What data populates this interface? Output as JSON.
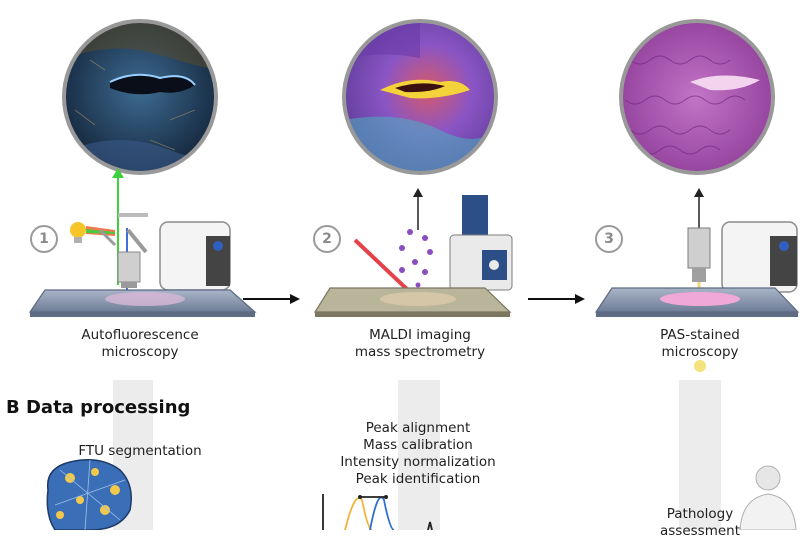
{
  "steps": [
    {
      "number": "1",
      "label_lines": [
        "Autofluorescence",
        "microscopy"
      ]
    },
    {
      "number": "2",
      "label_lines": [
        "MALDI imaging",
        "mass spectrometry"
      ]
    },
    {
      "number": "3",
      "label_lines": [
        "PAS-stained",
        "microscopy"
      ]
    }
  ],
  "section_b": {
    "heading": "B Data processing"
  },
  "processing": {
    "segmentation_label": "FTU segmentation",
    "steps": [
      "Peak alignment",
      "Mass calibration",
      "Intensity normalization",
      "Peak identification"
    ],
    "pathology_lines": [
      "Pathology",
      "assessment"
    ]
  },
  "colors": {
    "autofluorescence_bg": "#1f3a5c",
    "maldi_bg": "#7a4fb0",
    "pas_bg": "#a24aa8",
    "slide": "#8797b0",
    "laser": "#e0202a",
    "green_beam": "#3fcf3f",
    "pink_tissue": "#f0a8d8",
    "gray_column": "#ececec"
  }
}
